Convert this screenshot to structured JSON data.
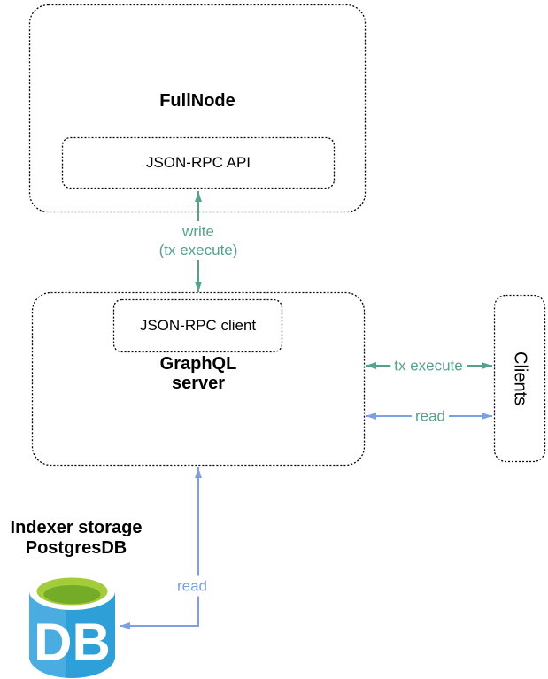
{
  "colors": {
    "teal": "#56A08D",
    "blue": "#7D9FE4",
    "box_stroke": "#000000",
    "db_body": "#2F9FD8",
    "db_body_light": "#4BACE1",
    "db_rim": "#FFFFFF",
    "db_green": "#A2CC39",
    "db_green_dark": "#74AB27",
    "db_text_color": "#FFFFFF"
  },
  "nodes": {
    "fullnode": {
      "title": "FullNode"
    },
    "json_rpc_api": {
      "label": "JSON-RPC API"
    },
    "json_rpc_client": {
      "label": "JSON-RPC client"
    },
    "graphql_server": {
      "title_line1": "GraphQL",
      "title_line2": "server"
    },
    "clients": {
      "label": "Clients"
    },
    "indexer_storage": {
      "title_line1": "Indexer storage",
      "title_line2": "PostgresDB",
      "db_icon_text": "DB"
    }
  },
  "edges": {
    "write": {
      "label_line1": "write",
      "label_line2": "(tx execute)"
    },
    "tx_execute": {
      "label": "tx execute"
    },
    "read_clients": {
      "label": "read"
    },
    "read_db": {
      "label": "read"
    }
  }
}
